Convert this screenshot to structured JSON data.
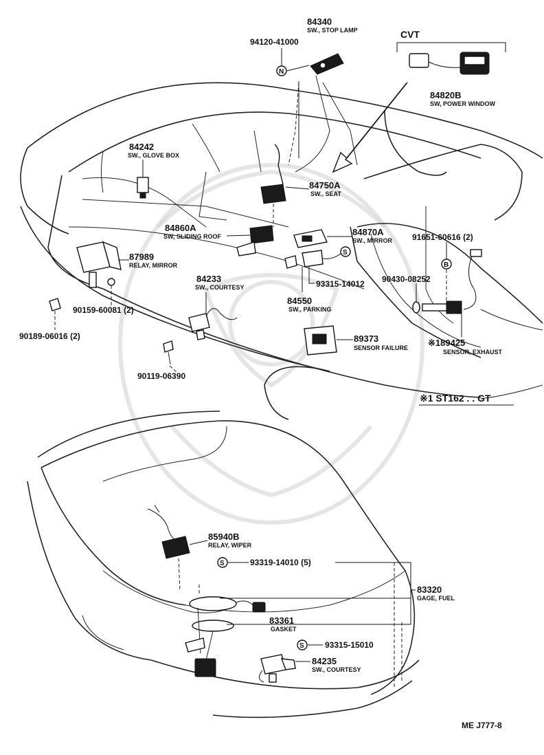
{
  "diagram": {
    "cvt_label": "CVT",
    "footnote": "※1 ST162 . . GT",
    "drawing_code": "ME J777-8",
    "circle_s": "S",
    "circle_n": "N",
    "circle_b": "B"
  },
  "parts": {
    "p84340": {
      "number": "84340",
      "desc": "SW., STOP LAMP"
    },
    "p94120": {
      "number": "94120-41000"
    },
    "p84820B": {
      "number": "84820B",
      "desc": "SW, POWER WINDOW"
    },
    "p84242": {
      "number": "84242",
      "desc": "SW., GLOVE BOX"
    },
    "p84750A": {
      "number": "84750A",
      "desc": "SW., SEAT"
    },
    "p84860A": {
      "number": "84860A",
      "desc": "SW, SLIDING ROOF"
    },
    "p84870A": {
      "number": "84870A",
      "desc": "SW., MIRROR"
    },
    "p91651": {
      "number": "91651-60616 (2)"
    },
    "p87989": {
      "number": "87989",
      "desc": "RELAY, MIRROR"
    },
    "p93315a": {
      "number": "93315-14012"
    },
    "p90430": {
      "number": "90430-08252"
    },
    "p84233": {
      "number": "84233",
      "desc": "SW., COURTESY"
    },
    "p84550": {
      "number": "84550",
      "desc": "SW., PARKING"
    },
    "p90159": {
      "number": "90159-60081 (2)"
    },
    "p90189": {
      "number": "90189-06016 (2)"
    },
    "p89373": {
      "number": "89373",
      "desc": "SENSOR FAILURE"
    },
    "p89425": {
      "number": "※189425",
      "desc": "SENSOR, EXHAUST"
    },
    "p90119": {
      "number": "90119-06390"
    },
    "p85940B": {
      "number": "85940B",
      "desc": "RELAY, WIPER"
    },
    "p93319": {
      "number": "93319-14010 (5)"
    },
    "p83320": {
      "number": "83320",
      "desc": "GAGE, FUEL"
    },
    "p83361": {
      "number": "83361",
      "desc": "GASKET"
    },
    "p93315b": {
      "number": "93315-15010"
    },
    "p84235": {
      "number": "84235",
      "desc": "SW., COURTESY"
    }
  }
}
